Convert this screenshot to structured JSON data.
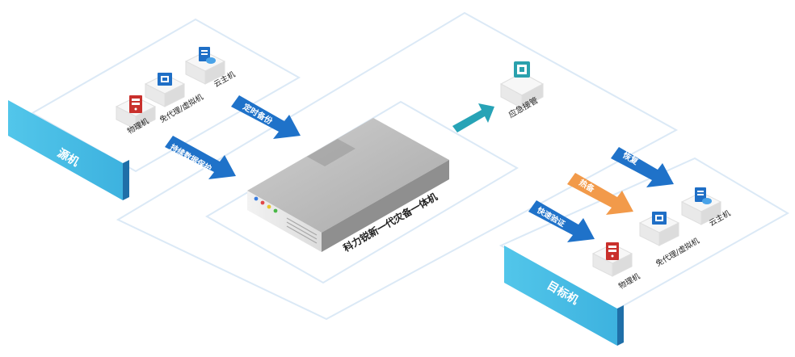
{
  "source": {
    "label": "源机"
  },
  "target": {
    "label": "目标机"
  },
  "device": {
    "label": "科力锐新一代灾备一体机"
  },
  "source_nodes": {
    "physical": "物理机",
    "agentless": "免代理/虚拟机",
    "cloud": "云主机"
  },
  "target_nodes": {
    "physical": "物理机",
    "agentless": "免代理/虚拟机",
    "cloud": "云主机"
  },
  "arrows": {
    "scheduled_backup": "定时备份",
    "continuous_protection": "持续数据保护",
    "emergency_takeover": "应急接管",
    "restore": "恢复",
    "hot_standby": "热备",
    "fast_verify": "快速验证"
  },
  "colors": {
    "blue_arrow": "#1f72c9",
    "orange_arrow": "#f29a4a",
    "teal_arrow": "#27a3b6",
    "label_block": "#4dc0e6",
    "platform_edge": "#d6e6f5"
  },
  "icons": {
    "physical": "server-red-icon",
    "agentless": "chip-blue-icon",
    "cloud": "document-cloud-icon",
    "emergency": "chip-teal-icon"
  }
}
